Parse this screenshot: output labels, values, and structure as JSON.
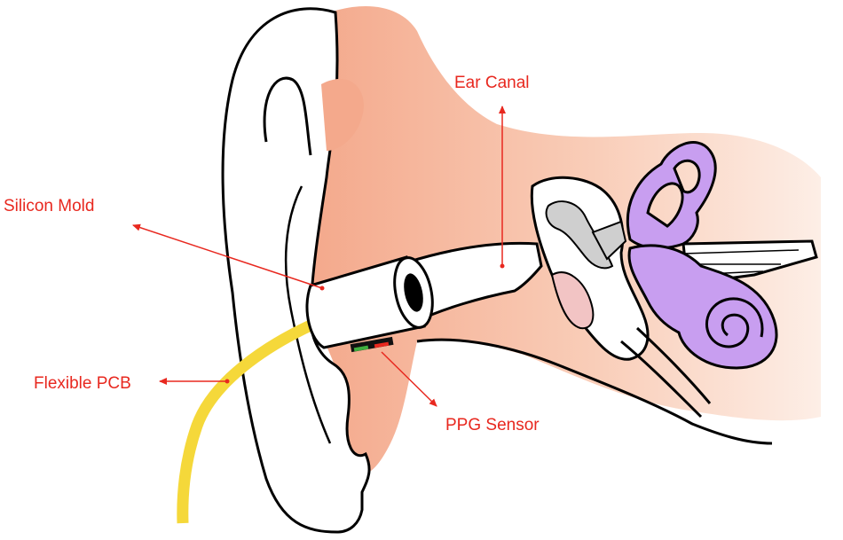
{
  "labels": {
    "ear_canal": "Ear Canal",
    "silicon_mold": "Silicon Mold",
    "flexible_pcb": "Flexible PCB",
    "ppg_sensor": "PPG Sensor"
  },
  "colors": {
    "annotation": "#e8281f",
    "skin": "#f4a98c",
    "skin_light": "#fde4d8",
    "cochlea": "#c89ef0",
    "flex_pcb": "#f5d83a",
    "eardrum": "#f2c4c4",
    "ossicle_gray": "#cfcfcf",
    "sensor_green": "#3fae3f",
    "sensor_red": "#e8281f",
    "outline": "#000000"
  }
}
